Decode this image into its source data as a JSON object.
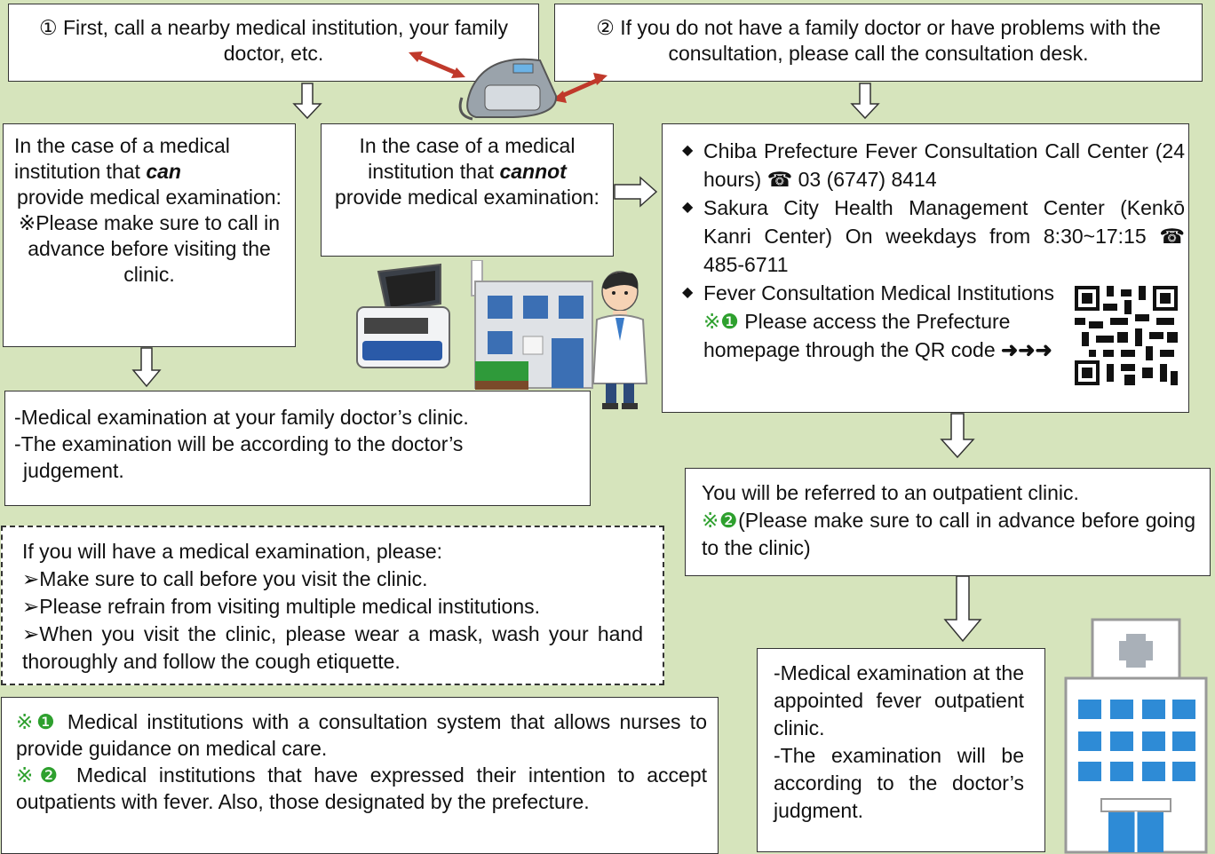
{
  "step1": "① First, call a nearby medical institution, your family doctor, etc.",
  "step2": "② If you do not have a family doctor or have problems with the consultation, please call the consultation desk.",
  "can_box": {
    "line1": "In the case of a medical institution that",
    "can": "can",
    "line2": "provide medical examination:",
    "note": "※Please make sure to call in advance before visiting the clinic."
  },
  "cannot_box": {
    "line1": "In the case of a medical institution that",
    "cannot": "cannot",
    "line2": "provide medical examination:"
  },
  "consult": {
    "item1": "Chiba Prefecture Fever Consultation Call Center (24 hours) ☎ 03 (6747) 8414",
    "item2": "Sakura City Health Management Center (Kenkō Kanri Center) On weekdays from 8:30~17:15 ☎ 485-6711",
    "item3_a": "Fever Consultation Medical Institutions",
    "item3_mark": "※❶",
    "item3_b": "Please access the Prefecture homepage through the QR code",
    "item3_arrows": "➜➜➜"
  },
  "family_exam": {
    "line1": "-Medical examination at your family doctor’s clinic.",
    "line2": "-The examination will be according to the doctor’s",
    "line3": "judgement."
  },
  "referred": {
    "line1": "You will be referred to an outpatient clinic.",
    "mark": "※❷",
    "line2": "(Please make sure to call in advance before going to the clinic)"
  },
  "advice": {
    "heading": "If you will have a medical examination, please:",
    "items": [
      "Make sure to call before you visit the clinic.",
      "Please refrain from visiting multiple medical institutions.",
      "When you visit the clinic, please wear a mask, wash your hand thoroughly and follow the cough etiquette."
    ],
    "bullet": "➢"
  },
  "fever_exam": {
    "line1": "-Medical examination at the appointed fever outpatient clinic.",
    "line2": "-The examination will be according to the doctor’s judgment."
  },
  "notes": {
    "mark1": "※❶",
    "note1": "Medical institutions with a consultation system that allows nurses to provide guidance on medical care.",
    "mark2": "※❷",
    "note2": "Medical institutions that have expressed their intention to accept outpatients with fever. Also, those designated by the prefecture."
  },
  "colors": {
    "background": "#d6e4bc",
    "accent_green": "#2ea02e",
    "arrow_red": "#c0392b",
    "building_blue": "#2e8bd6"
  }
}
